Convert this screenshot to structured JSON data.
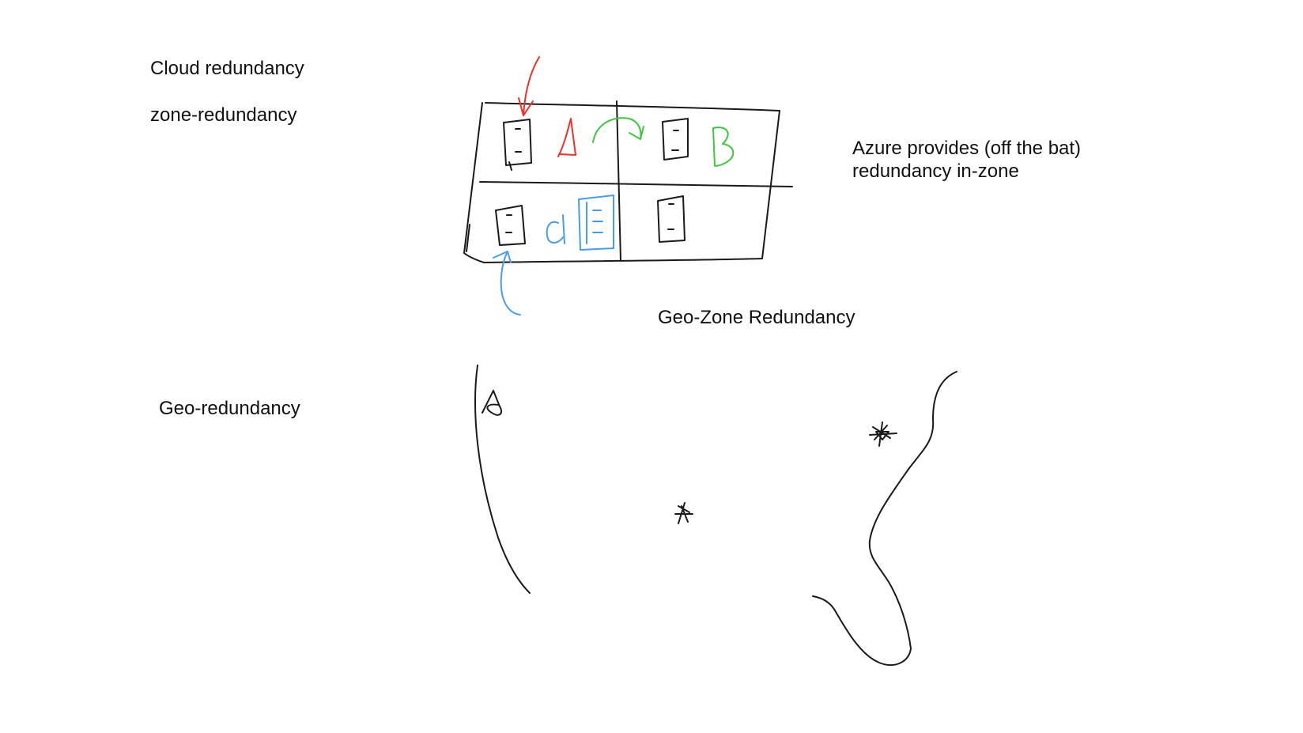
{
  "labels": {
    "cloud_redundancy": "Cloud redundancy",
    "zone_redundancy": "zone-redundancy",
    "azure_provides_line1": "Azure provides (off the bat)",
    "azure_provides_line2": "redundancy in-zone",
    "geo_zone_redundancy": "Geo-Zone Redundancy",
    "geo_redundancy": "Geo-redundancy"
  },
  "ink_colors": {
    "black": "#1a1a1a",
    "red": "#e8312a",
    "green": "#3ec63e",
    "blue": "#4a9ce8"
  },
  "icons": [
    "server-icon",
    "arrow-icon",
    "star-icon"
  ]
}
